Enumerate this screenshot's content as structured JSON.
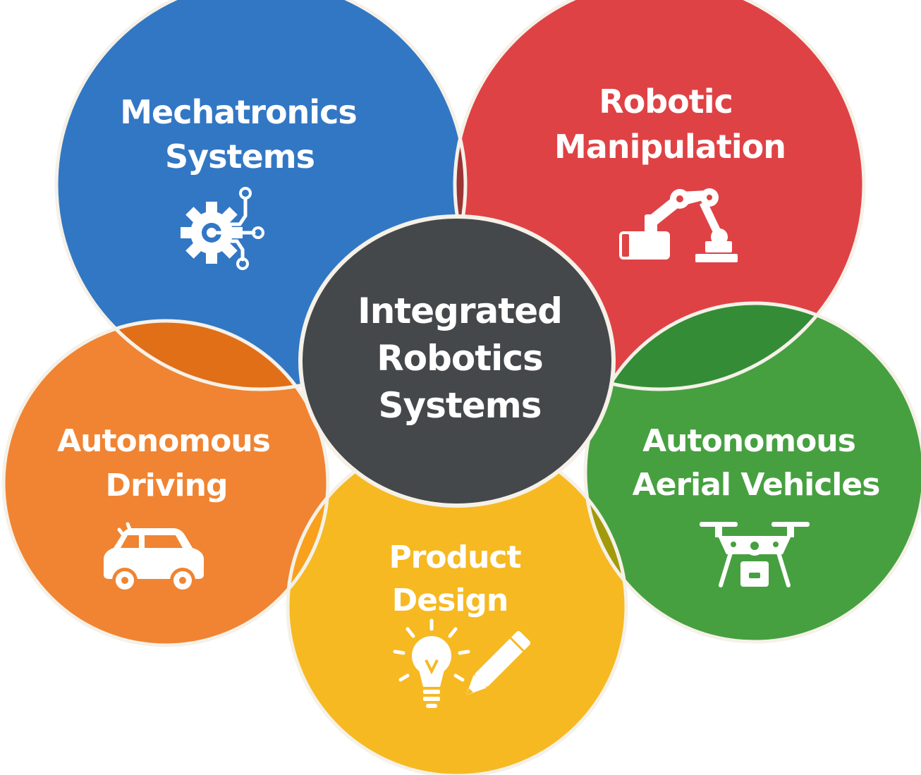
{
  "diagram": {
    "center": {
      "line1": "Integrated",
      "line2": "Robotics",
      "line3": "Systems"
    },
    "petals": {
      "mechatronics": {
        "line1": "Mechatronics",
        "line2": "Systems",
        "color": "#3277c4",
        "icon": "gear-circuit-icon"
      },
      "manipulation": {
        "line1": "Robotic",
        "line2": "Manipulation",
        "color": "#df4245",
        "icon": "robotic-arm-icon"
      },
      "aerial": {
        "line1": "Autonomous",
        "line2": "Aerial Vehicles",
        "color": "#46a040",
        "icon": "drone-icon"
      },
      "design": {
        "line1": "Product",
        "line2": "Design",
        "color": "#f6b922",
        "icon": "lightbulb-pencil-icon"
      },
      "driving": {
        "line1": "Autonomous",
        "line2": "Driving",
        "color": "#f08432",
        "icon": "car-icon"
      }
    },
    "overlap_colors": {
      "blue_red": "#9a3535",
      "blue_orange": "#e06f18",
      "red_green": "#348d36",
      "green_yellow": "#a29a0a",
      "yellow_orange": "#f9a01c"
    },
    "center_color": "#45484b",
    "outline_color": "#f5f1e8"
  }
}
